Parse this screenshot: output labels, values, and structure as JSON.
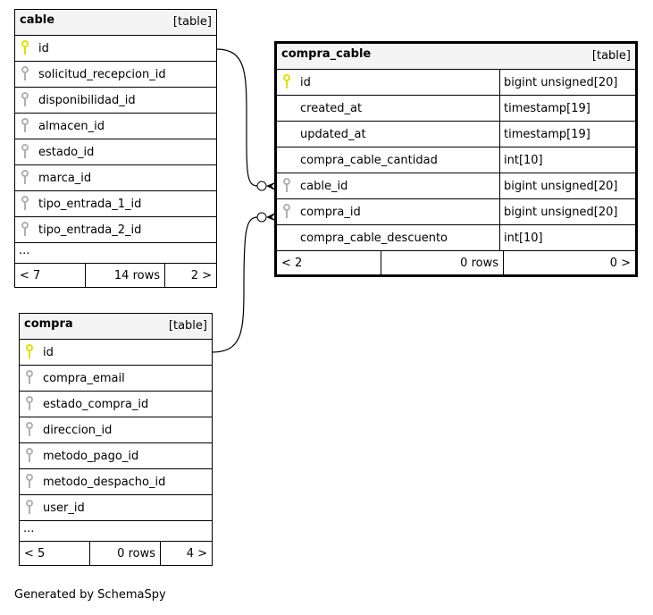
{
  "tables": [
    {
      "id": "cable",
      "name": "cable",
      "kind": "[table]",
      "columns": [
        {
          "name": "id",
          "key": "primary"
        },
        {
          "name": "solicitud_recepcion_id",
          "key": "foreign"
        },
        {
          "name": "disponibilidad_id",
          "key": "foreign"
        },
        {
          "name": "almacen_id",
          "key": "foreign"
        },
        {
          "name": "estado_id",
          "key": "foreign"
        },
        {
          "name": "marca_id",
          "key": "foreign"
        },
        {
          "name": "tipo_entrada_1_id",
          "key": "foreign"
        },
        {
          "name": "tipo_entrada_2_id",
          "key": "foreign"
        }
      ],
      "more": "...",
      "footer": {
        "parents": "< 7",
        "rows": "14 rows",
        "children": "2 >"
      }
    },
    {
      "id": "compra_cable",
      "name": "compra_cable",
      "kind": "[table]",
      "columns": [
        {
          "name": "id",
          "key": "primary",
          "type": "bigint unsigned[20]"
        },
        {
          "name": "created_at",
          "key": "none",
          "type": "timestamp[19]"
        },
        {
          "name": "updated_at",
          "key": "none",
          "type": "timestamp[19]"
        },
        {
          "name": "compra_cable_cantidad",
          "key": "none",
          "type": "int[10]"
        },
        {
          "name": "cable_id",
          "key": "foreign",
          "type": "bigint unsigned[20]"
        },
        {
          "name": "compra_id",
          "key": "foreign",
          "type": "bigint unsigned[20]"
        },
        {
          "name": "compra_cable_descuento",
          "key": "none",
          "type": "int[10]"
        }
      ],
      "footer": {
        "parents": "< 2",
        "rows": "0 rows",
        "children": "0 >"
      }
    },
    {
      "id": "compra",
      "name": "compra",
      "kind": "[table]",
      "columns": [
        {
          "name": "id",
          "key": "primary"
        },
        {
          "name": "compra_email",
          "key": "foreign"
        },
        {
          "name": "estado_compra_id",
          "key": "foreign"
        },
        {
          "name": "direccion_id",
          "key": "foreign"
        },
        {
          "name": "metodo_pago_id",
          "key": "foreign"
        },
        {
          "name": "metodo_despacho_id",
          "key": "foreign"
        },
        {
          "name": "user_id",
          "key": "foreign"
        }
      ],
      "more": "...",
      "footer": {
        "parents": "< 5",
        "rows": "0 rows",
        "children": "4 >"
      }
    }
  ],
  "colors": {
    "primary_key": "#e0e000",
    "foreign_key": "#b0b0b0",
    "header_bg": "#f4f4f4"
  },
  "generated_by": "Generated by SchemaSpy"
}
